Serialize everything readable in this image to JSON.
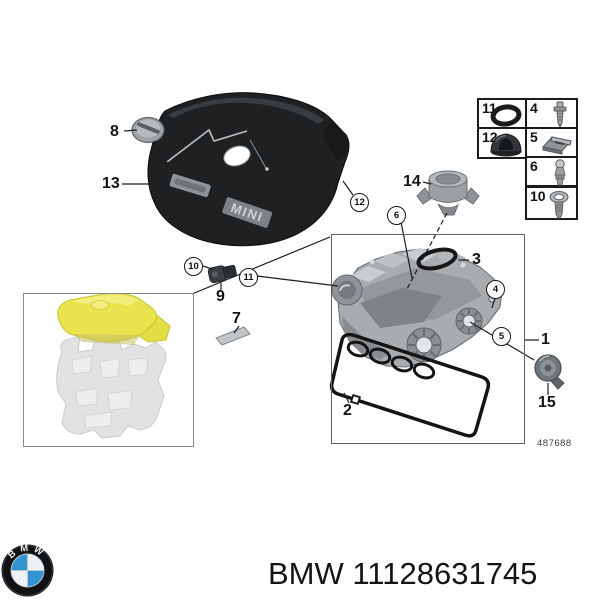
{
  "page": {
    "background": "#ffffff"
  },
  "diagram": {
    "drawing_number": "487688",
    "cover_logo": "MINI",
    "callouts": {
      "plain": [
        {
          "label": "8"
        },
        {
          "label": "13"
        },
        {
          "label": "9"
        },
        {
          "label": "7"
        },
        {
          "label": "14"
        },
        {
          "label": "3"
        },
        {
          "label": "1"
        },
        {
          "label": "15"
        },
        {
          "label": "2"
        }
      ],
      "circled": [
        {
          "label": "10"
        },
        {
          "label": "11"
        },
        {
          "label": "12"
        },
        {
          "label": "6"
        },
        {
          "label": "4"
        },
        {
          "label": "5"
        }
      ]
    },
    "parts_table": {
      "left_column": [
        {
          "num": "11",
          "icon": "o-ring-icon"
        },
        {
          "num": "12",
          "icon": "grommet-icon"
        }
      ],
      "right_column": [
        {
          "num": "4",
          "icon": "bolt-icon"
        },
        {
          "num": "5",
          "icon": "clip-icon"
        },
        {
          "num": "6",
          "icon": "ball-stud-icon"
        },
        {
          "num": "10",
          "icon": "flange-screw-icon"
        }
      ]
    },
    "inset": {
      "highlight_color": "#e9e44e"
    }
  },
  "footer": {
    "logo_text": "BMW",
    "label": "BMW 11128631745",
    "colors": {
      "roundel_blue": "#3193cf",
      "roundel_black": "#101113"
    }
  }
}
